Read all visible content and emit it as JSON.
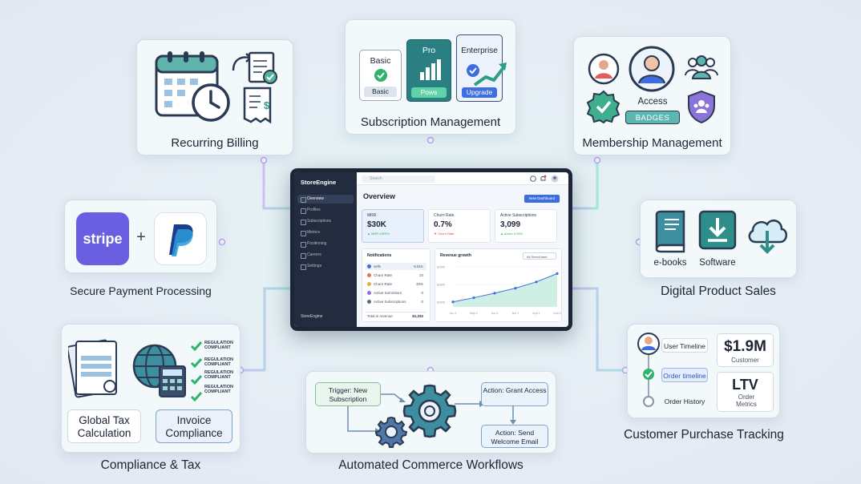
{
  "dashboard": {
    "brand": "StoreEngine",
    "search_placeholder": "Search",
    "nav": [
      "Overview",
      "Profiles",
      "Subscriptions",
      "Metrics",
      "Positioning",
      "Careers",
      "Settings"
    ],
    "footer_brand": "StoreEngine",
    "heading": "Overview",
    "new_button": "New Dashboard",
    "kpis": [
      {
        "title": "MRR",
        "value": "$30K",
        "sub": "▲ MRR MRR%"
      },
      {
        "title": "Churn Rate",
        "value": "0.7%",
        "sub": "▼ Churn Rate"
      },
      {
        "title": "Active Subscriptions",
        "value": "3,099",
        "sub": "▲ Active 6.05%"
      }
    ],
    "notifications": {
      "title": "Notifications",
      "rows": [
        {
          "label": "sells",
          "value": "5.61K"
        },
        {
          "label": "Churn Rate",
          "value": "10"
        },
        {
          "label": "Churn Rate",
          "value": "33%"
        },
        {
          "label": "Active Sommitors",
          "value": "0"
        },
        {
          "label": "Active Subscriptions",
          "value": "0"
        }
      ],
      "total_label": "Total in revenue",
      "total_value": "$1,332"
    },
    "revenue": {
      "title": "Revenue growth",
      "filter": "All Seen/Used",
      "y_ticks": [
        "$100K",
        "$250K",
        "$200K"
      ],
      "x_ticks": [
        "Jun 3",
        "May 2",
        "Jun 3",
        "Anf 1",
        "Aprl 1",
        "Auh 3"
      ]
    }
  },
  "chart_data": {
    "type": "area",
    "title": "Revenue growth",
    "x": [
      "Jun 3",
      "May 2",
      "Jun 3",
      "Anf 1",
      "Aprl 1",
      "Auh 3"
    ],
    "series": [
      {
        "values": [
          12,
          22,
          33,
          45,
          60,
          80
        ]
      }
    ]
  },
  "cards": {
    "recurring_billing": {
      "title": "Recurring Billing"
    },
    "subscription_management": {
      "title": "Subscription Management",
      "plans": [
        {
          "name": "Basic",
          "button": "Basic"
        },
        {
          "name": "Pro",
          "button": "Pows"
        },
        {
          "name": "Enterprise",
          "button": "Upgrade"
        }
      ]
    },
    "membership_management": {
      "title": "Membership Management",
      "access": "Access",
      "badges": "BADGES"
    },
    "payment": {
      "title": "Secure Payment Processing",
      "stripe": "stripe",
      "plus": "+"
    },
    "digital_products": {
      "title": "Digital Product Sales",
      "ebooks": "e-books",
      "software": "Software"
    },
    "compliance": {
      "title": "Compliance & Tax",
      "checks": [
        "REGULATION COMPLIANT",
        "REGULATION COMPLIANT",
        "REGULATION COMPLIANT",
        "REGULATION COMPLIANT"
      ],
      "global_tax": "Global Tax Calculation",
      "invoice": "Invoice Compliance"
    },
    "workflows": {
      "title": "Automated Commerce Workflows",
      "trigger": "Trigger: New Subscription",
      "action1": "Action: Grant Access",
      "action2": "Action: Send Welcome Email"
    },
    "purchase_tracking": {
      "title": "Customer Purchase Tracking",
      "timeline": [
        "User Timeline",
        "Order timeline",
        "Order History"
      ],
      "stat1_value": "$1.9M",
      "stat1_label": "Customer",
      "stat2_value": "LTV",
      "stat2_label": "Order Metrics"
    }
  },
  "colors": {
    "connector": "#b7a6f0",
    "connector_glow": "#8fe6dc",
    "accent_blue": "#3d6ee0",
    "dashboard_dark": "#1d2637",
    "stripe": "#6a5fe0",
    "paypal": "#1f3c8c",
    "check_green": "#2db36b"
  }
}
